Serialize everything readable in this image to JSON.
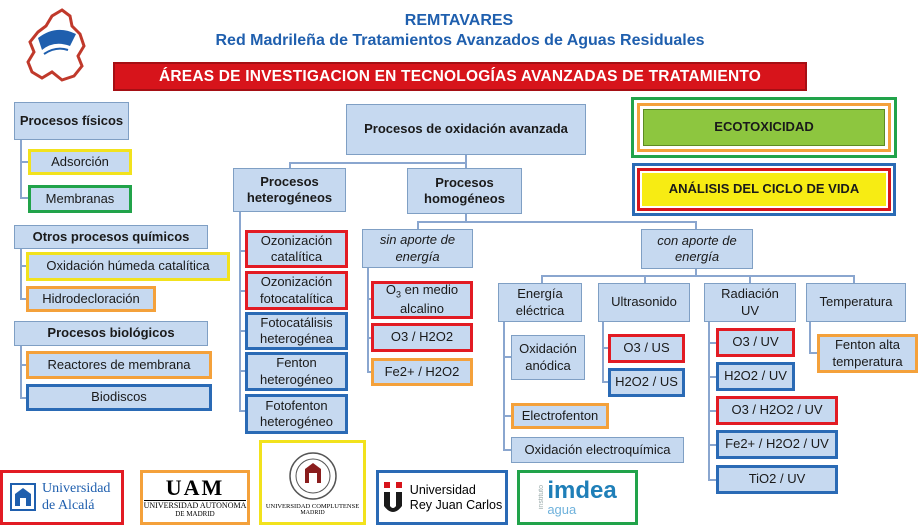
{
  "header": {
    "acronym": "REMTAVARES",
    "network_name": "Red Madrileña de Tratamientos Avanzados de Aguas Residuales",
    "banner": "ÁREAS DE INVESTIGACION EN TECNOLOGÍAS AVANZADAS DE TRATAMIENTO"
  },
  "left": {
    "fisicos": "Procesos físicos",
    "adsorcion": "Adsorción",
    "membranas": "Membranas",
    "quimicos": "Otros procesos químicos",
    "oxidacion_humeda": "Oxidación húmeda catalítica",
    "hidrodecloracion": "Hidrodecloración",
    "biologicos": "Procesos biológicos",
    "reactores": "Reactores de membrana",
    "biodiscos": "Biodiscos"
  },
  "center": {
    "oxidacion_avanzada": "Procesos de oxidación avanzada",
    "heterogeneos": "Procesos heterogéneos",
    "homogeneos": "Procesos homogéneos",
    "ozonizacion_cat": "Ozonización catalítica",
    "ozonizacion_foto": "Ozonización fotocatalítica",
    "fotocatalisis": "Fotocatálisis heterogénea",
    "fenton_het": "Fenton heterogéneo",
    "fotofenton_het": "Fotofenton heterogéneo",
    "sin_aporte": "sin aporte de energía",
    "o3_alcalino_prefix": "O",
    "o3_alcalino_sub": "3",
    "o3_alcalino_suffix": " en medio alcalino",
    "o3_h2o2": "O3 / H2O2",
    "fe_h2o2": "Fe2+ / H2O2",
    "con_aporte": "con aporte de energía"
  },
  "energy": {
    "electrica": "Energía eléctrica",
    "ultrasonido": "Ultrasonido",
    "radiacion": "Radiación UV",
    "temperatura": "Temperatura",
    "oxidacion_anodica": "Oxidación anódica",
    "electrofenton": "Electrofenton",
    "oxidacion_electroquimica": "Oxidación electroquímica",
    "o3_us": "O3 / US",
    "h2o2_us": "H2O2 / US",
    "o3_uv": "O3 / UV",
    "h2o2_uv": "H2O2 / UV",
    "o3_h2o2_uv": "O3 / H2O2 / UV",
    "fe_h2o2_uv": "Fe2+ / H2O2 / UV",
    "tio2_uv": "TiO2 / UV",
    "fenton_alta": "Fenton alta temperatura"
  },
  "right": {
    "ecotoxicidad": "ECOTOXICIDAD",
    "ciclo_vida": "ANÁLISIS DEL CICLO DE VIDA"
  },
  "logos": {
    "alcala": "Universidad de Alcalá",
    "uam_short": "UAM",
    "uam": "UNIVERSIDAD AUTONOMA",
    "uam_city": "DE MADRID",
    "ucm": "UNIVERSIDAD COMPLUTENSE",
    "ucm_city": "MADRID",
    "urjc_line1": "Universidad",
    "urjc_line2": "Rey Juan Carlos",
    "imdea_top": "instituto",
    "imdea": "imdea",
    "imdea_sub": "agua"
  },
  "colors": {
    "box_fill": "#c6d9f0",
    "red": "#e21b23",
    "blue": "#2a6ab5",
    "orange": "#f4a13b",
    "yellow": "#f2e21d",
    "green": "#21a34a",
    "eco_fill": "#8dc63f",
    "title_blue": "#1f5fae",
    "banner_red": "#d7141b"
  }
}
